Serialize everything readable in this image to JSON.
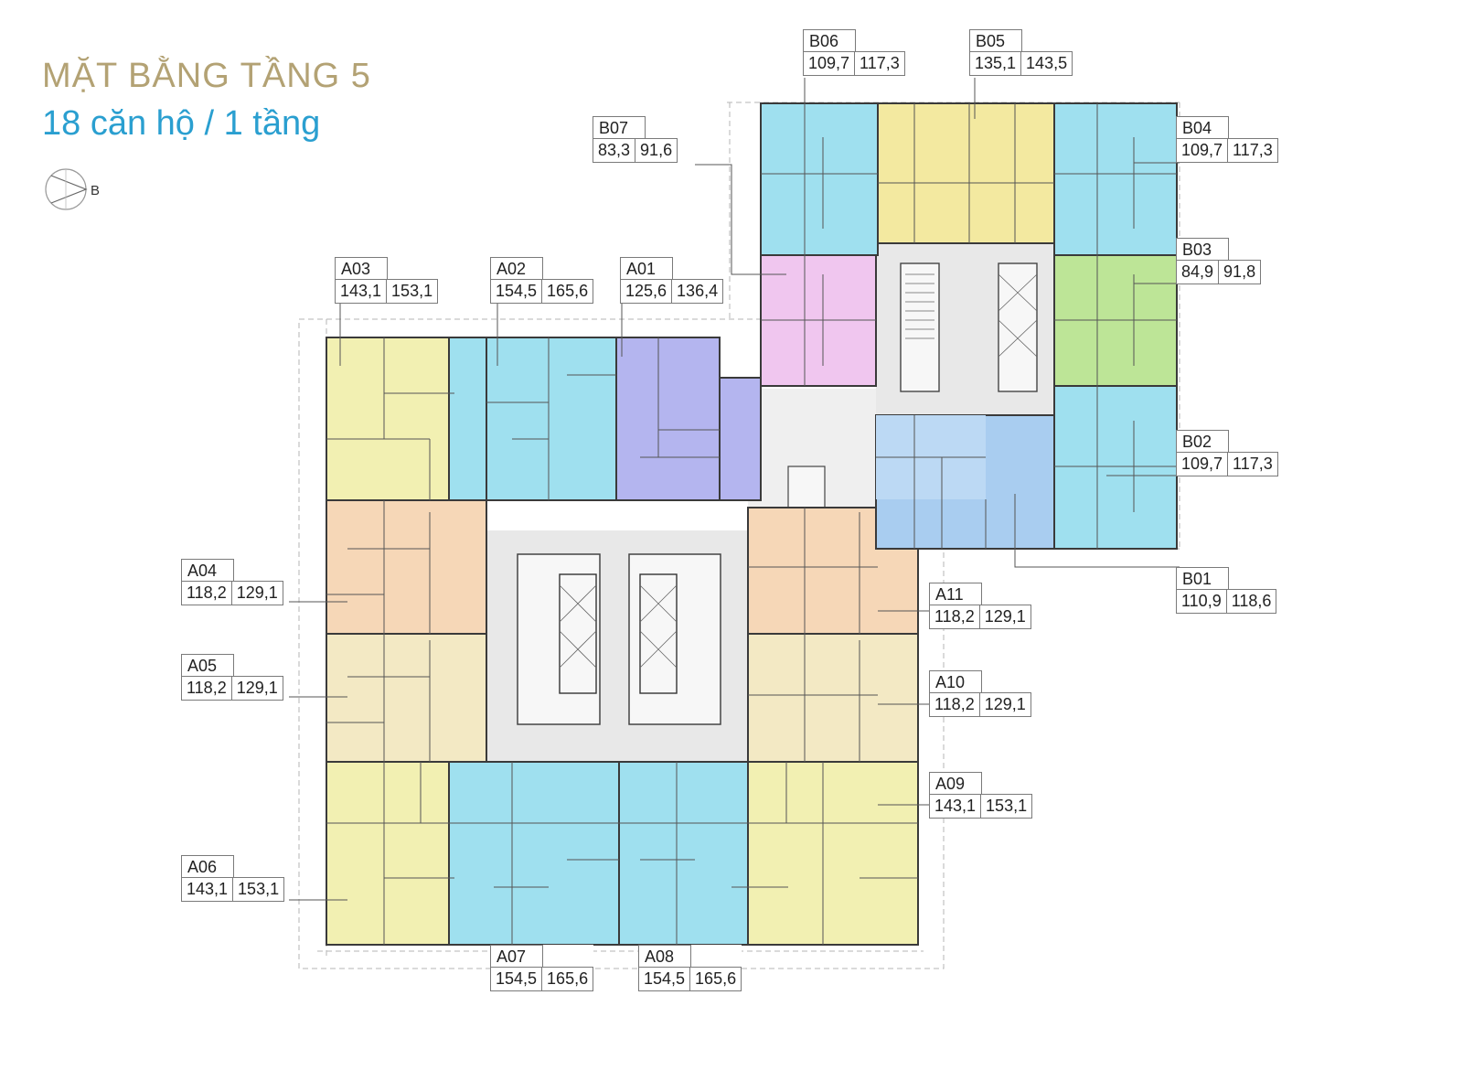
{
  "header": {
    "title_line1": "MẶT BẰNG TẦNG 5",
    "title_line2": "18 căn hộ / 1 tầng",
    "compass_label": "B"
  },
  "colors": {
    "title_gold": "#b3a274",
    "title_blue": "#2a9fd0",
    "cyan": "#9fe0ef",
    "blue": "#a9cdf0",
    "yellow": "#f2f0b2",
    "gold_yellow": "#f3e9a0",
    "orange": "#f6d7b7",
    "violet": "#b4b5ef",
    "pink": "#f0c6ef",
    "green": "#bde597",
    "core": "#e8e8e8"
  },
  "units": [
    {
      "code": "A01",
      "area1": "125,6",
      "area2": "136,4"
    },
    {
      "code": "A02",
      "area1": "154,5",
      "area2": "165,6"
    },
    {
      "code": "A03",
      "area1": "143,1",
      "area2": "153,1"
    },
    {
      "code": "A04",
      "area1": "118,2",
      "area2": "129,1"
    },
    {
      "code": "A05",
      "area1": "118,2",
      "area2": "129,1"
    },
    {
      "code": "A06",
      "area1": "143,1",
      "area2": "153,1"
    },
    {
      "code": "A07",
      "area1": "154,5",
      "area2": "165,6"
    },
    {
      "code": "A08",
      "area1": "154,5",
      "area2": "165,6"
    },
    {
      "code": "A09",
      "area1": "143,1",
      "area2": "153,1"
    },
    {
      "code": "A10",
      "area1": "118,2",
      "area2": "129,1"
    },
    {
      "code": "A11",
      "area1": "118,2",
      "area2": "129,1"
    },
    {
      "code": "B01",
      "area1": "110,9",
      "area2": "118,6"
    },
    {
      "code": "B02",
      "area1": "109,7",
      "area2": "117,3"
    },
    {
      "code": "B03",
      "area1": "84,9",
      "area2": "91,8"
    },
    {
      "code": "B04",
      "area1": "109,7",
      "area2": "117,3"
    },
    {
      "code": "B05",
      "area1": "135,1",
      "area2": "143,5"
    },
    {
      "code": "B06",
      "area1": "109,7",
      "area2": "117,3"
    },
    {
      "code": "B07",
      "area1": "83,3",
      "area2": "91,6"
    }
  ]
}
